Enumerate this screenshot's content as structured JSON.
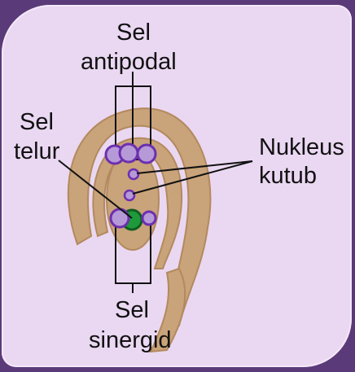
{
  "labels": {
    "antipodal": {
      "line1": "Sel",
      "line2": "antipodal"
    },
    "egg": {
      "line1": "Sel",
      "line2": "telur"
    },
    "polar": {
      "line1": "Nukleus",
      "line2": "kutub"
    },
    "synergid": {
      "line1": "Sel",
      "line2": "sinergid"
    }
  },
  "colors": {
    "ovule": "#c9a37a",
    "ovule_shade": "#b3895e",
    "cell_fill": "#b69ad8",
    "cell_stroke": "#6d2fb0",
    "egg_nucleus": "#1f9a3a",
    "line": "#111111"
  }
}
